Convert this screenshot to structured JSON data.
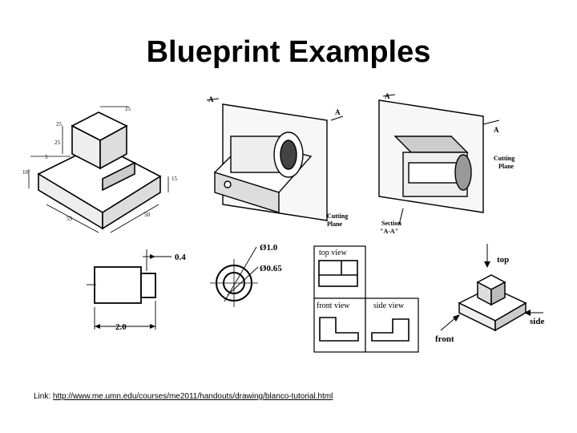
{
  "slide": {
    "title": "Blueprint Examples"
  },
  "iso_block": {
    "dims": [
      "25",
      "25",
      "25",
      "5",
      "10",
      "15",
      "55",
      "50"
    ]
  },
  "section_drawing": {
    "cutting_plane_left": "Cutting\nPlane",
    "section_label": "Section",
    "section_name": "\"A-A\"",
    "cutting_plane_right": "Cutting\nPlane",
    "marker_a": "A"
  },
  "dimensioned_part": {
    "dim_top": "0.4",
    "dim_length": "2.0"
  },
  "circle_view": {
    "dia_outer": "Ø1.0",
    "dia_inner": "Ø0.65"
  },
  "orthographic": {
    "top_view": "top view",
    "front_view": "front view",
    "side_view": "side view"
  },
  "iso_small": {
    "top": "top",
    "side": "side",
    "front": "front"
  },
  "footer": {
    "link_prefix": "Link:",
    "link_url": "http://www.me.umn.edu/courses/me2011/handouts/drawing/blanco-tutorial.html"
  }
}
